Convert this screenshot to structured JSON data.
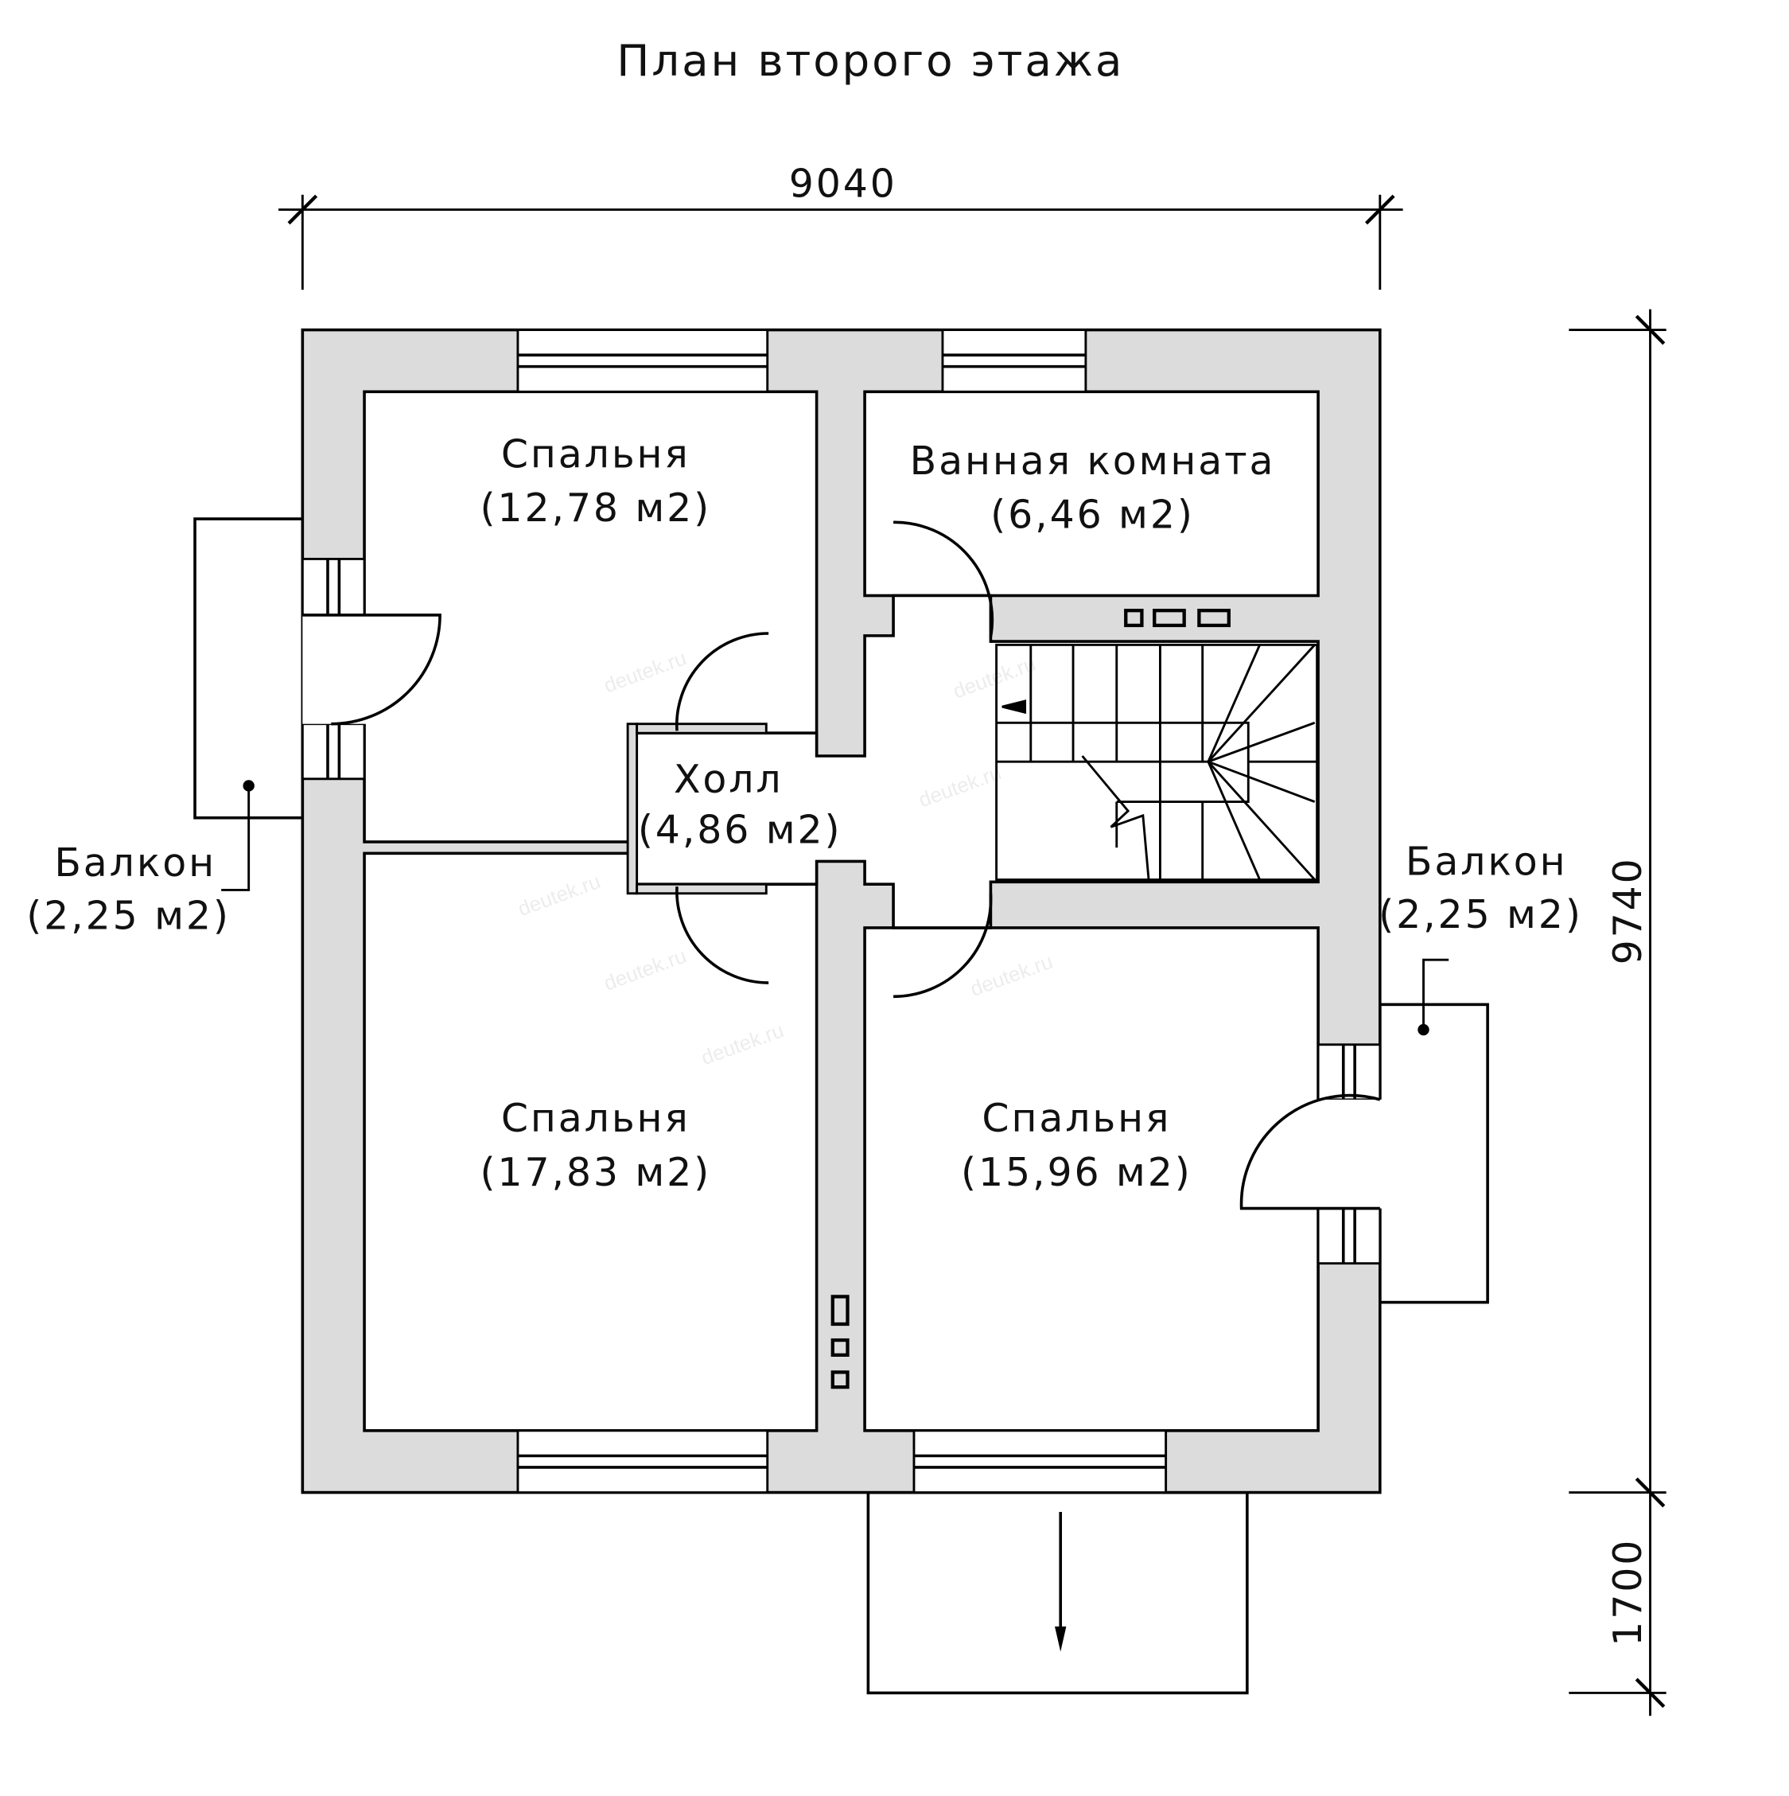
{
  "title": "План второго этажа",
  "dimensions": {
    "width": "9040",
    "depth": "9740",
    "porch": "1700"
  },
  "rooms": [
    {
      "name": "Спальня",
      "area": "(12,78 м2)"
    },
    {
      "name": "Ванная комната",
      "area": "(6,46 м2)"
    },
    {
      "name": "Холл",
      "area": "(4,86 м2)"
    },
    {
      "name": "Спальня",
      "area": "(17,83 м2)"
    },
    {
      "name": "Спальня",
      "area": "(15,96 м2)"
    }
  ],
  "balconies": [
    {
      "name": "Балкон",
      "area": "(2,25 м2)"
    },
    {
      "name": "Балкон",
      "area": "(2,25 м2)"
    }
  ],
  "watermark": "deutek.ru",
  "colors": {
    "wall": "#dcdcdc",
    "line": "#000000"
  }
}
